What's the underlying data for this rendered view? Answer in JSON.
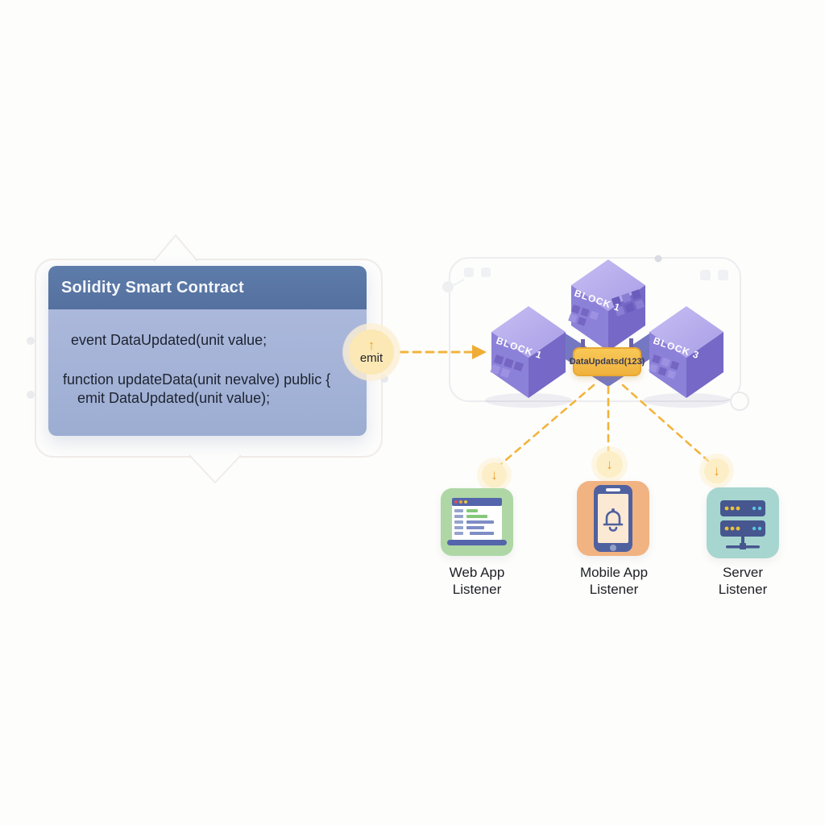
{
  "contract_panel": {
    "title": "Solidity Smart Contract",
    "code_lines": [
      "event DataUpdated(unit value;",
      "function updateData(unit nevalve) public {",
      "emit DataUpdated(unit value);"
    ]
  },
  "emit_badge": {
    "label": "emit"
  },
  "blockchain": {
    "blocks": [
      {
        "label": "BLOCK 1"
      },
      {
        "label": "BLOCK 1"
      },
      {
        "label": "BLOCK 3"
      }
    ],
    "event_label": "DataUpdatsd(123)"
  },
  "listeners": [
    {
      "line1": "Web App",
      "line2": "Listener"
    },
    {
      "line1": "Mobile App",
      "line2": "Listener"
    },
    {
      "line1": "Server",
      "line2": "Listener"
    }
  ],
  "icons": {
    "up_arrow": "↑",
    "down_arrow": "↓"
  },
  "colors": {
    "panel_header": "#5b78a8",
    "panel_body": "#a7b4d8",
    "cube_top": "#b9aeee",
    "cube_left_face": "#8c81d8",
    "cube_right_face": "#7668c6",
    "connector_band": "#7478c3",
    "event_label_bg": "#f5c14c",
    "event_label_border": "#e9a832",
    "dashed_line": "#f2b43c",
    "emit_circle": "#fbe8b4",
    "listener_circle": "#fceec6",
    "web_card": "#aed7a5",
    "mobile_card": "#f1b381",
    "server_card": "#a6d6cf",
    "icon_blue": "#50619f"
  }
}
